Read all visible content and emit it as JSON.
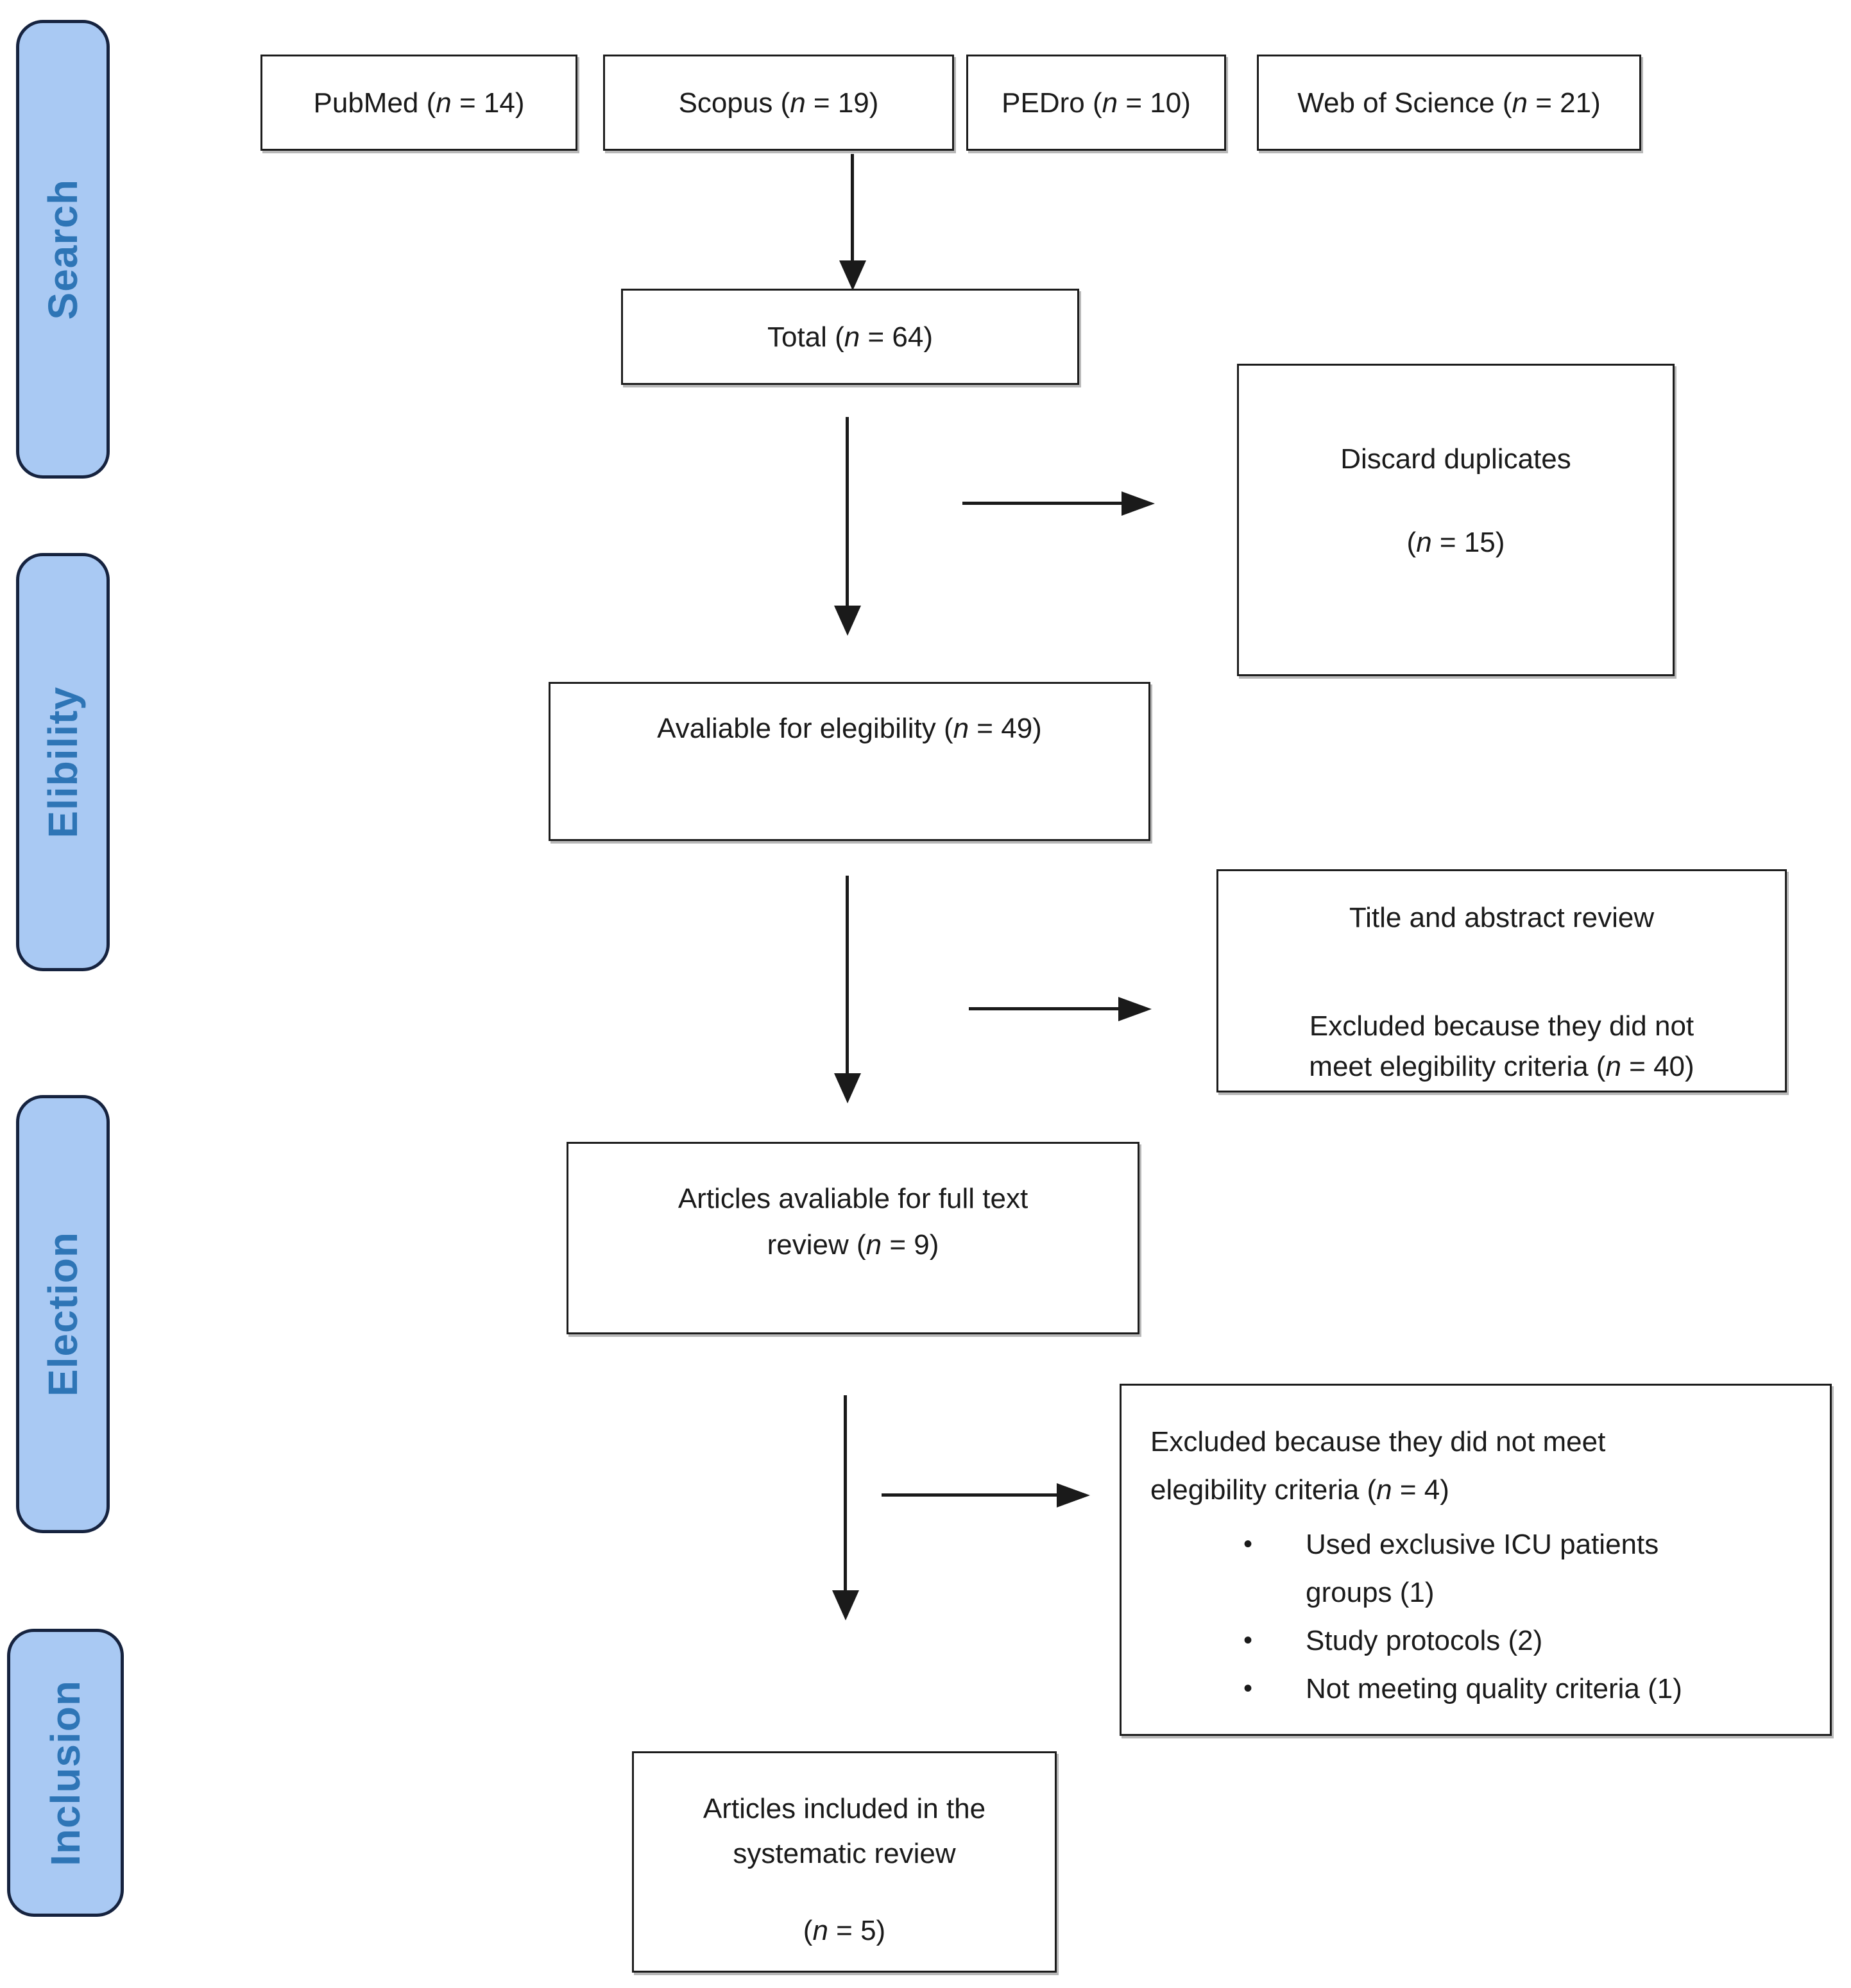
{
  "colors": {
    "sidebar-fill": "#A9C9F3",
    "sidebar-border": "#16233F",
    "sidebar-text": "#2E75B6",
    "box-border": "#1C1C1C",
    "arrow": "#1A1A1A"
  },
  "icons": {
    "bullet": "•",
    "arrow_down": "arrow-down",
    "arrow_right": "arrow-right"
  },
  "sidebar": {
    "items": [
      {
        "label": "Search"
      },
      {
        "label": "Elibility"
      },
      {
        "label": "Election"
      },
      {
        "label": "Inclusion"
      }
    ]
  },
  "nodes": {
    "pubmed": {
      "label": "PubMed (*n* = 14)"
    },
    "scopus": {
      "label": "Scopus (*n* = 19)"
    },
    "pedro": {
      "label": "PEDro (*n* = 10)"
    },
    "web_of_science": {
      "label": "Web of Science (*n* = 21)"
    },
    "total": {
      "label": "Total (*n* = 64)"
    },
    "discard_duplicates": {
      "line1": "Discard duplicates",
      "line2": "(*n* = 15)"
    },
    "available": {
      "label": "Avaliable for elegibility (*n* = 49)"
    },
    "title_abstract": {
      "heading": "Title and abstract review",
      "body_line1": "Excluded because they did not",
      "body_line2": "meet elegibility criteria (*n* = 40)"
    },
    "full_text": {
      "line1": "Articles avaliable for full text",
      "line2": "review (*n* = 9)"
    },
    "excluded_full_text": {
      "intro_line1": "Excluded because they did not meet",
      "intro_line2": "elegibility criteria (*n* = 4)",
      "bullets": [
        [
          "Used exclusive ICU patients",
          "groups (1)"
        ],
        [
          "Study protocols (2)"
        ],
        [
          "Not meeting quality criteria (1)"
        ]
      ]
    },
    "included": {
      "line1": "Articles included in the",
      "line2": "systematic review",
      "line3": "(*n* = 5)"
    }
  }
}
